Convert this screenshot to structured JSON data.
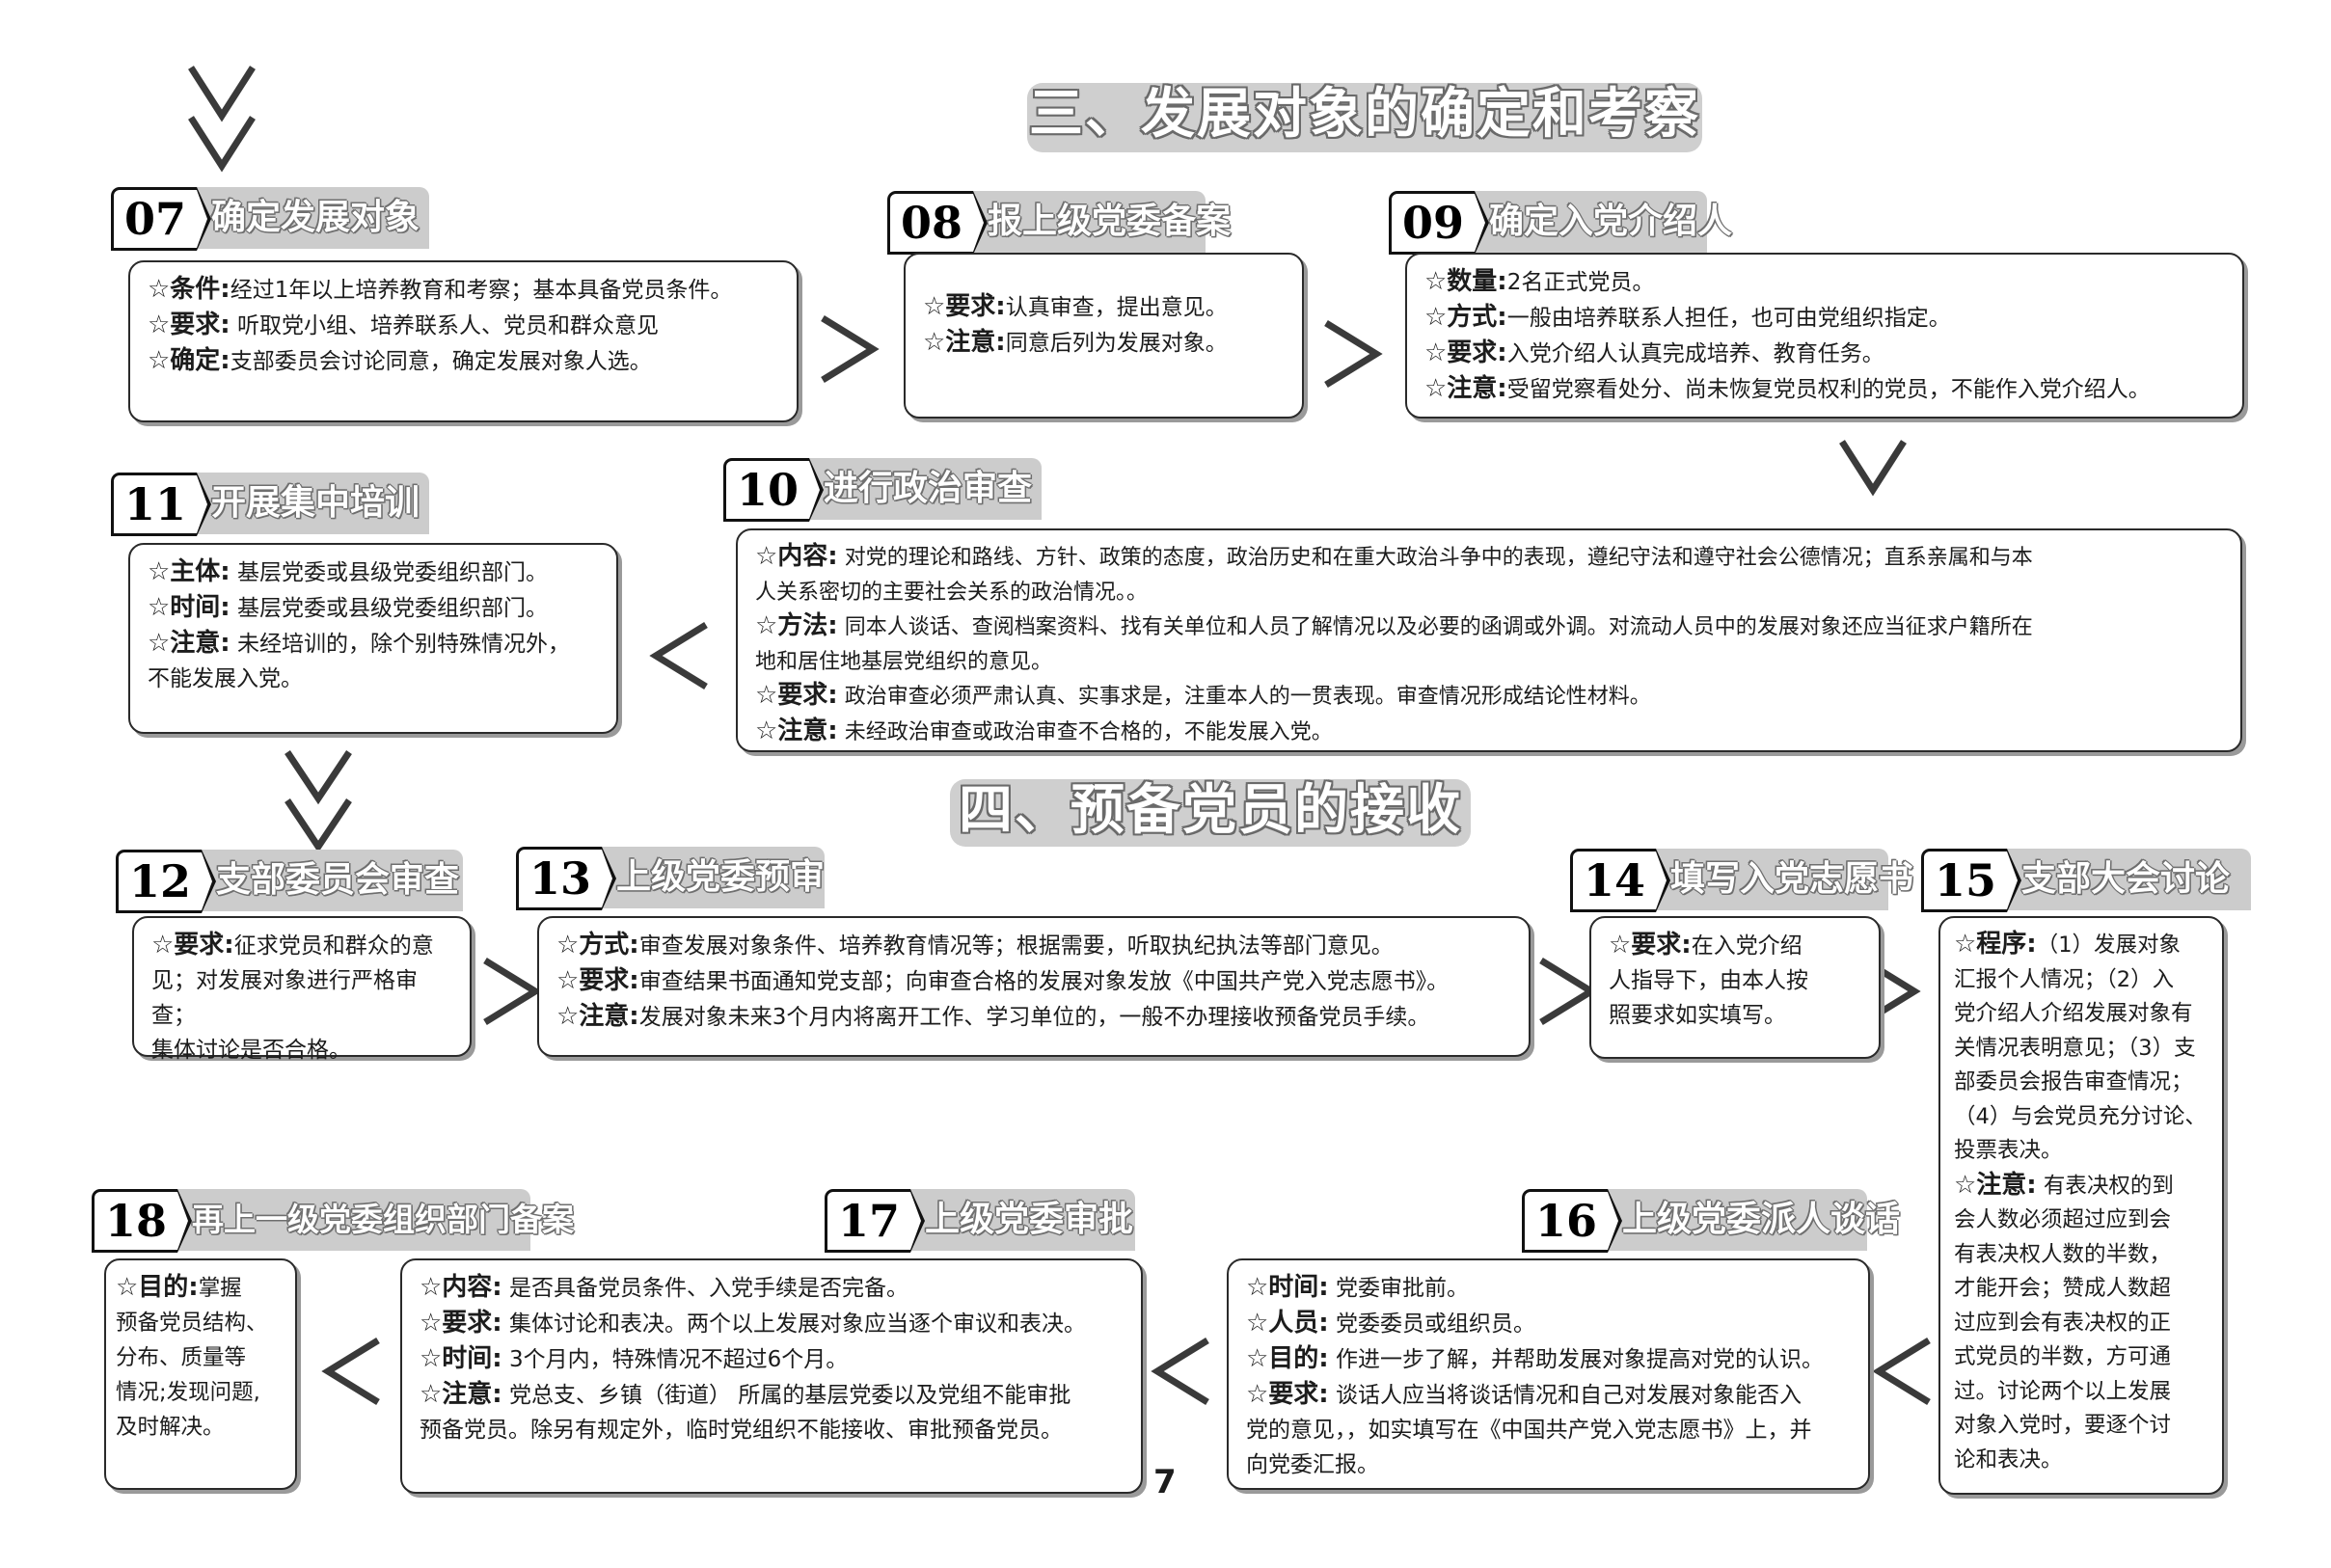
{
  "sections": {
    "s3": "三、发展对象的确定和考察",
    "s4": "四、预备党员的接收"
  },
  "page_number": "7",
  "steps": {
    "s07": {
      "num": "07",
      "title": "确定发展对象",
      "lines": [
        {
          "k": "☆条件:",
          "t": "经过1年以上培养教育和考察；基本具备党员条件。"
        },
        {
          "k": "☆要求:",
          "t": " 听取党小组、培养联系人、党员和群众意见"
        },
        {
          "k": "☆确定:",
          "t": "支部委员会讨论同意，确定发展对象人选。"
        }
      ]
    },
    "s08": {
      "num": "08",
      "title": "报上级党委备案",
      "lines": [
        {
          "k": "☆要求:",
          "t": "认真审查，提出意见。"
        },
        {
          "k": "☆注意:",
          "t": "同意后列为发展对象。"
        }
      ]
    },
    "s09": {
      "num": "09",
      "title": "确定入党介绍人",
      "lines": [
        {
          "k": "☆数量:",
          "t": "2名正式党员。"
        },
        {
          "k": "☆方式:",
          "t": "一般由培养联系人担任，也可由党组织指定。"
        },
        {
          "k": "☆要求:",
          "t": "入党介绍人认真完成培养、教育任务。"
        },
        {
          "k": "☆注意:",
          "t": "受留党察看处分、尚未恢复党员权利的党员，不能作入党介绍人。"
        }
      ]
    },
    "s10": {
      "num": "10",
      "title": "进行政治审查",
      "lines": [
        {
          "k": "☆内容:",
          "t": " 对党的理论和路线、方针、政策的态度，政治历史和在重大政治斗争中的表现，遵纪守法和遵守社会公德情况；直系亲属和与本"
        },
        {
          "k": "",
          "t": "人关系密切的主要社会关系的政治情况。。"
        },
        {
          "k": "☆方法:",
          "t": " 同本人谈话、查阅档案资料、找有关单位和人员了解情况以及必要的函调或外调。对流动人员中的发展对象还应当征求户籍所在"
        },
        {
          "k": "",
          "t": "地和居住地基层党组织的意见。"
        },
        {
          "k": "☆要求:",
          "t": " 政治审查必须严肃认真、实事求是，注重本人的一贯表现。审查情况形成结论性材料。"
        },
        {
          "k": "☆注意:",
          "t": " 未经政治审查或政治审查不合格的，不能发展入党。"
        }
      ]
    },
    "s11": {
      "num": "11",
      "title": "开展集中培训",
      "lines": [
        {
          "k": "☆主体:",
          "t": " 基层党委或县级党委组织部门。"
        },
        {
          "k": "☆时间:",
          "t": " 基层党委或县级党委组织部门。"
        },
        {
          "k": "☆注意:",
          "t": " 未经培训的，除个别特殊情况外，"
        },
        {
          "k": "",
          "t": "不能发展入党。"
        }
      ]
    },
    "s12": {
      "num": "12",
      "title": "支部委员会审查",
      "lines": [
        {
          "k": "☆要求:",
          "t": "征求党员和群众的意"
        },
        {
          "k": "",
          "t": "见；对发展对象进行严格审查；"
        },
        {
          "k": "",
          "t": "集体讨论是否合格。"
        }
      ]
    },
    "s13": {
      "num": "13",
      "title": "上级党委预审",
      "lines": [
        {
          "k": "☆方式:",
          "t": "审查发展对象条件、培养教育情况等；根据需要，听取执纪执法等部门意见。"
        },
        {
          "k": "☆要求:",
          "t": "审查结果书面通知党支部；向审查合格的发展对象发放《中国共产党入党志愿书》。"
        },
        {
          "k": "☆注意:",
          "t": "发展对象未来3个月内将离开工作、学习单位的，一般不办理接收预备党员手续。"
        }
      ]
    },
    "s14": {
      "num": "14",
      "title": "填写入党志愿书",
      "lines": [
        {
          "k": "☆要求:",
          "t": "在入党介绍"
        },
        {
          "k": "",
          "t": "人指导下，由本人按"
        },
        {
          "k": "",
          "t": "照要求如实填写。"
        }
      ]
    },
    "s15": {
      "num": "15",
      "title": "支部大会讨论",
      "lines": [
        {
          "k": "☆程序:",
          "t": "（1）发展对象"
        },
        {
          "k": "",
          "t": "汇报个人情况；（2）入"
        },
        {
          "k": "",
          "t": "党介绍人介绍发展对象有"
        },
        {
          "k": "",
          "t": "关情况表明意见；（3）支"
        },
        {
          "k": "",
          "t": "部委员会报告审查情况；"
        },
        {
          "k": "",
          "t": "（4）与会党员充分讨论、"
        },
        {
          "k": "",
          "t": "投票表决。"
        },
        {
          "k": "☆注意:",
          "t": " 有表决权的到"
        },
        {
          "k": "",
          "t": "会人数必须超过应到会"
        },
        {
          "k": "",
          "t": "有表决权人数的半数，"
        },
        {
          "k": "",
          "t": "才能开会；赞成人数超"
        },
        {
          "k": "",
          "t": "过应到会有表决权的正"
        },
        {
          "k": "",
          "t": "式党员的半数，方可通"
        },
        {
          "k": "",
          "t": "过。讨论两个以上发展"
        },
        {
          "k": "",
          "t": "对象入党时，要逐个讨"
        },
        {
          "k": "",
          "t": "论和表决。"
        }
      ]
    },
    "s16": {
      "num": "16",
      "title": "上级党委派人谈话",
      "lines": [
        {
          "k": "☆时间:",
          "t": " 党委审批前。"
        },
        {
          "k": "☆人员:",
          "t": " 党委委员或组织员。"
        },
        {
          "k": "☆目的:",
          "t": " 作进一步了解，并帮助发展对象提高对党的认识。"
        },
        {
          "k": "☆要求:",
          "t": " 谈话人应当将谈话情况和自己对发展对象能否入"
        },
        {
          "k": "",
          "t": "党的意见，，如实填写在《中国共产党入党志愿书》上，并"
        },
        {
          "k": "",
          "t": "向党委汇报。"
        }
      ]
    },
    "s17": {
      "num": "17",
      "title": "上级党委审批",
      "lines": [
        {
          "k": "☆内容:",
          "t": " 是否具备党员条件、入党手续是否完备。"
        },
        {
          "k": "☆要求:",
          "t": " 集体讨论和表决。两个以上发展对象应当逐个审议和表决。"
        },
        {
          "k": "☆时间:",
          "t": " 3个月内，特殊情况不超过6个月。"
        },
        {
          "k": "☆注意:",
          "t": " 党总支、乡镇（街道） 所属的基层党委以及党组不能审批"
        },
        {
          "k": "",
          "t": "预备党员。除另有规定外，临时党组织不能接收、审批预备党员。"
        }
      ]
    },
    "s18": {
      "num": "18",
      "title": "再上一级党委组织部门备案",
      "lines": [
        {
          "k": "☆目的:",
          "t": "掌握"
        },
        {
          "k": "",
          "t": "预备党员结构、"
        },
        {
          "k": "",
          "t": "分布、质量等"
        },
        {
          "k": "",
          "t": "情况;发现问题,"
        },
        {
          "k": "",
          "t": "及时解决。"
        }
      ]
    }
  },
  "colors": {
    "tab_gray": "#cccccc",
    "title_gray": "#cfcfcf",
    "border": "#2a2a2a",
    "chevron": "#3a3a3a"
  },
  "icons": [
    "double-chevron-down-icon",
    "chevron-right-icon",
    "chevron-left-icon",
    "chevron-down-icon"
  ]
}
